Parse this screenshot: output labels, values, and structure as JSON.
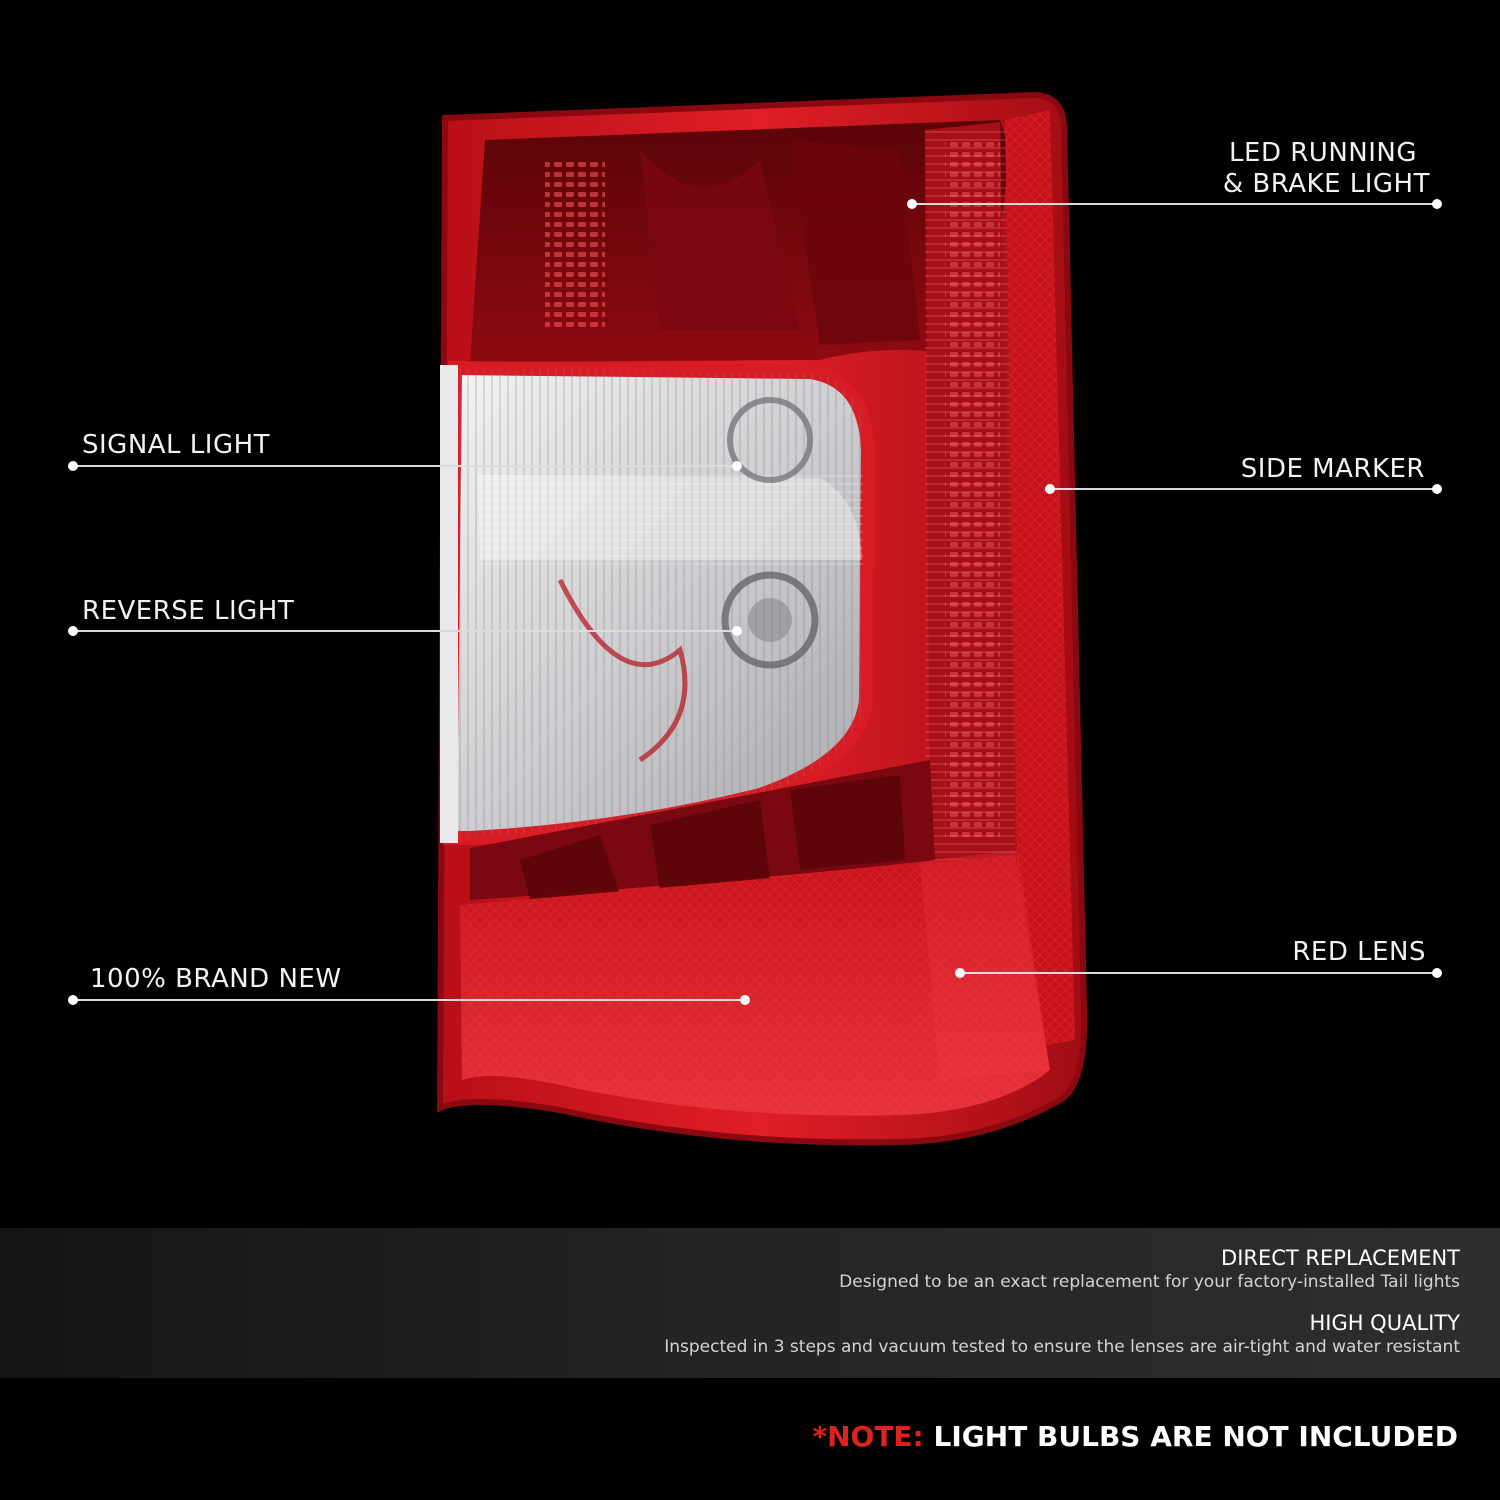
{
  "callouts": {
    "led_running_brake_light": {
      "line1": "LED RUNNING",
      "line2": "& BRAKE LIGHT"
    },
    "signal_light": "SIGNAL LIGHT",
    "side_marker": "SIDE MARKER",
    "reverse_light": "REVERSE LIGHT",
    "red_lens": "RED LENS",
    "brand_new": "100% BRAND NEW"
  },
  "features": [
    {
      "title": "DIRECT REPLACEMENT",
      "description": "Designed to be an exact replacement for your factory-installed Tail lights"
    },
    {
      "title": "HIGH QUALITY",
      "description": "Inspected in 3 steps and vacuum tested to ensure the lenses are air-tight and water resistant"
    }
  ],
  "note": {
    "prefix": "*NOTE:",
    "text": "LIGHT BULBS ARE NOT INCLUDED"
  },
  "colors": {
    "background": "#000000",
    "lens_red": "#d0141c",
    "note_accent": "#e0221f",
    "callout_line": "#dcdcdc"
  }
}
